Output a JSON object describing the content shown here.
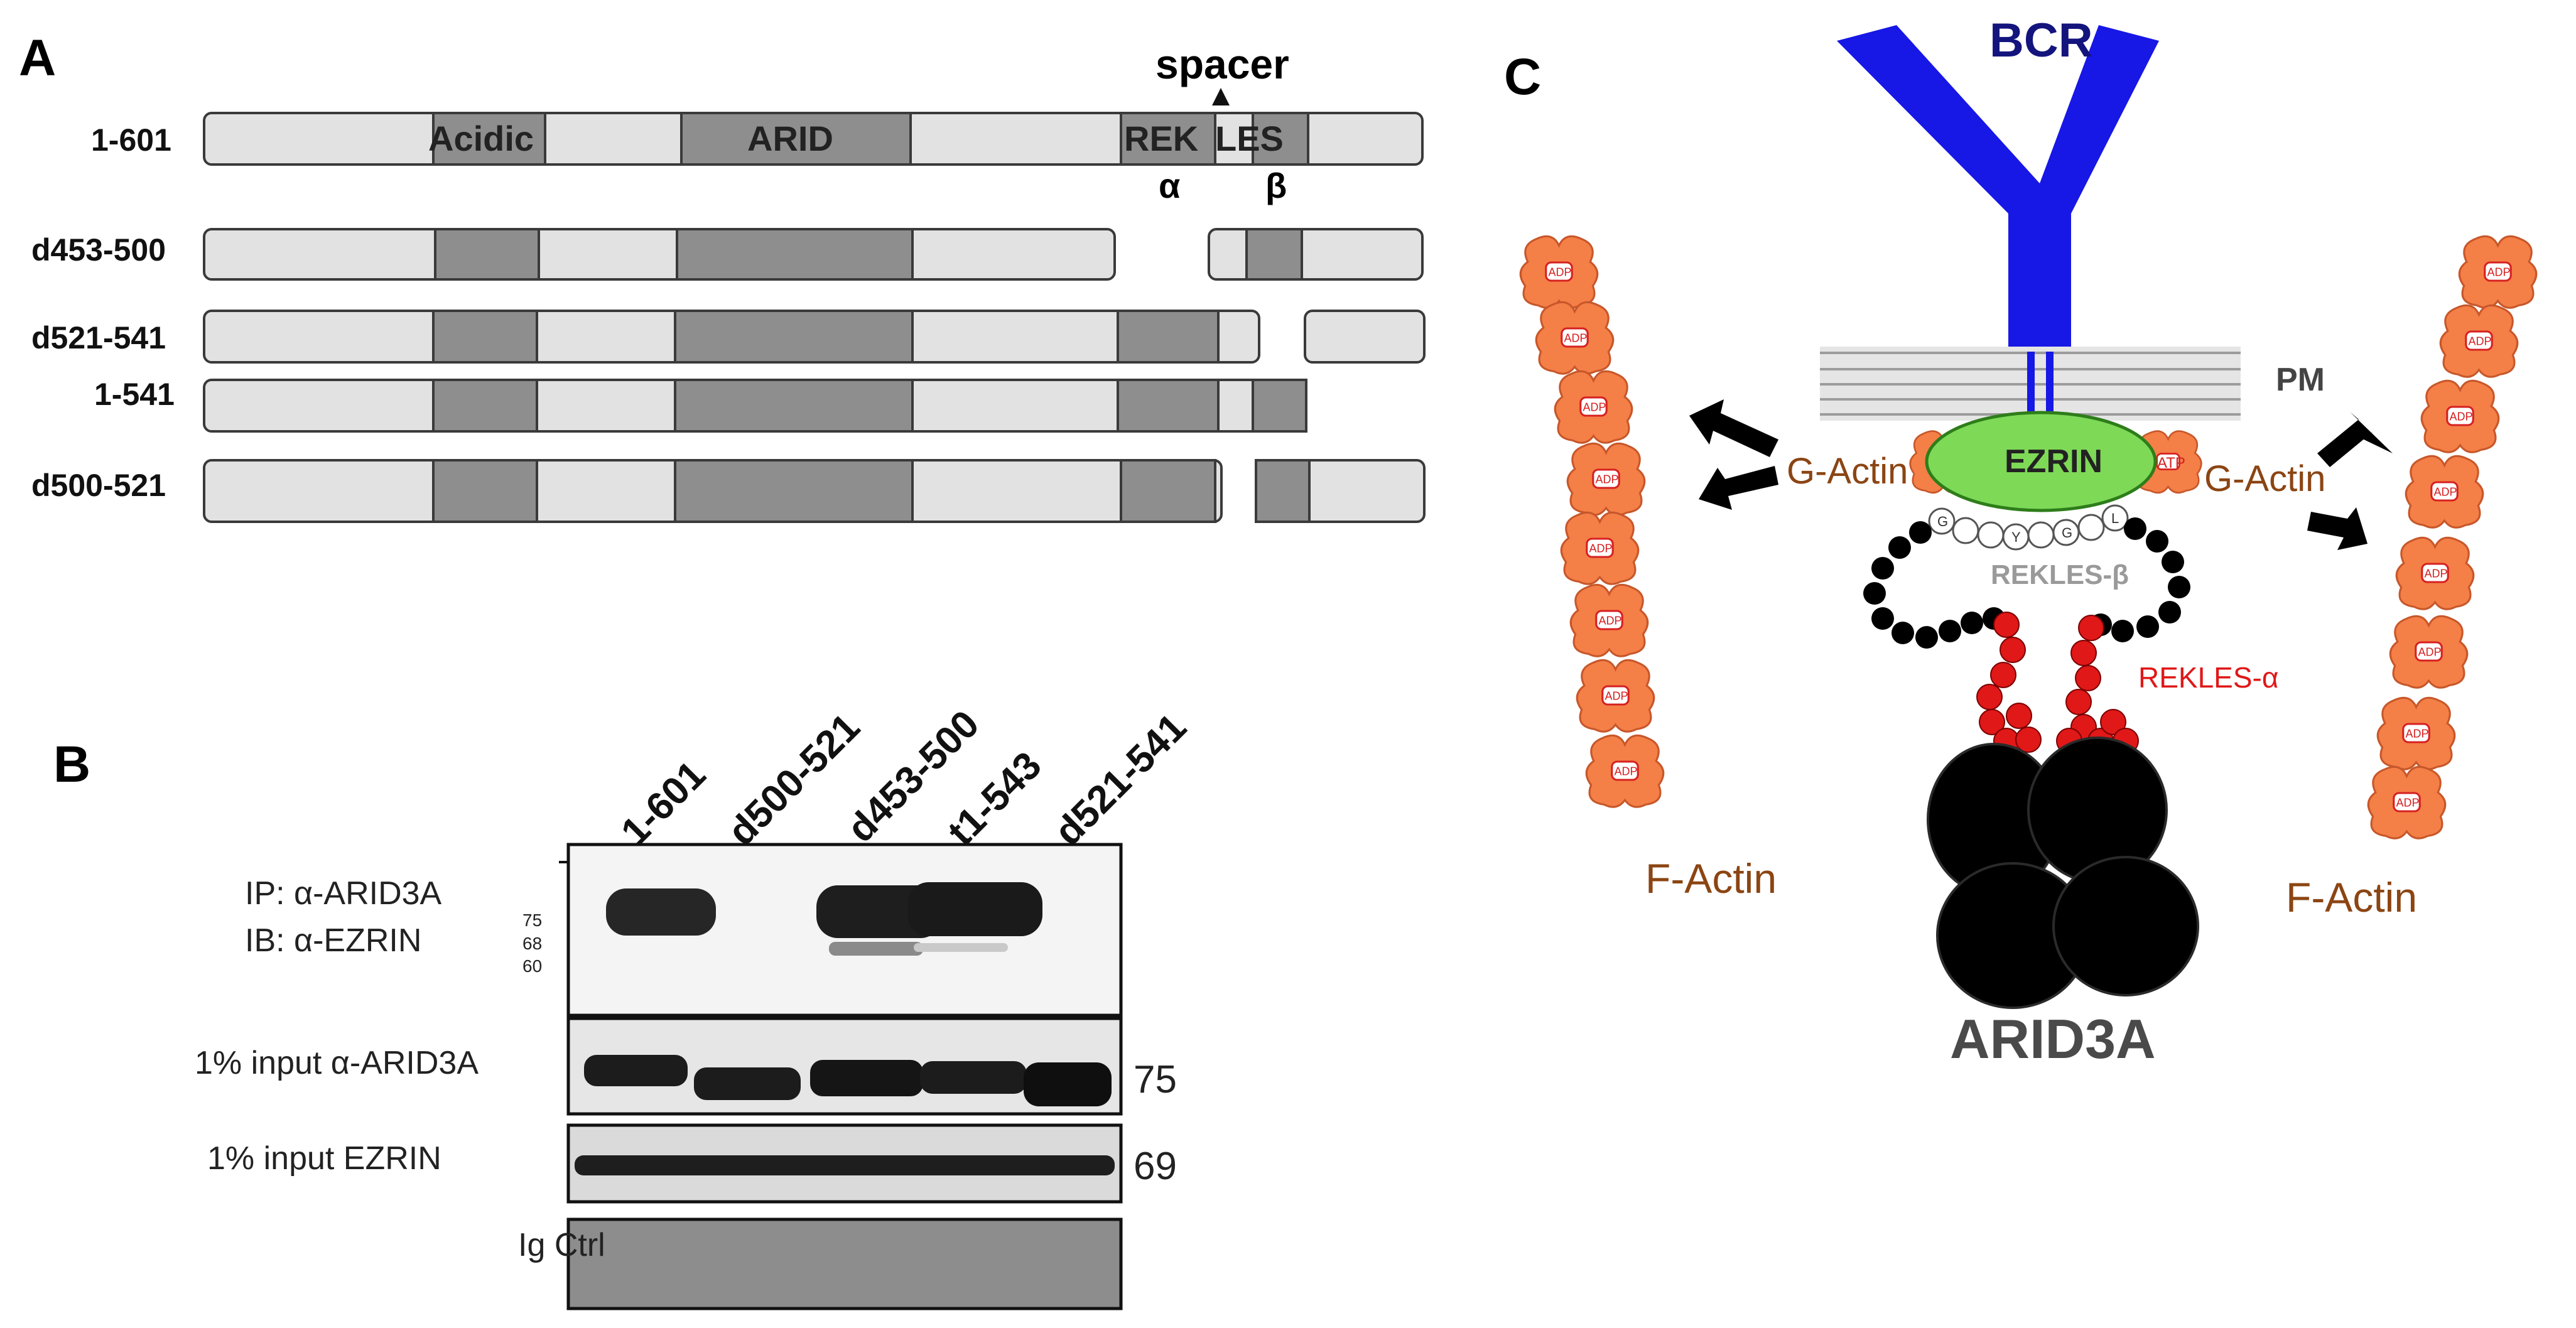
{
  "panels": {
    "a": "A",
    "b": "B",
    "c": "C"
  },
  "panel_a": {
    "spacer_label": "spacer",
    "domain_labels": {
      "acidic": "Acidic",
      "arid": "ARID",
      "rek": "REK",
      "les": "LES"
    },
    "alpha": "α",
    "beta": "β",
    "constructs": [
      "1-601",
      "d453-500",
      "d521-541",
      "1-541",
      "d500-521"
    ]
  },
  "panel_b": {
    "lanes": [
      "1-601",
      "d500-521",
      "d453-500",
      "t1-543",
      "d521-541"
    ],
    "ip_label": "IP: α-ARID3A",
    "ib_label": "IB: α-EZRIN",
    "markers": [
      "75",
      "68",
      "60"
    ],
    "rows": [
      {
        "label": "1% input α-ARID3A",
        "size": "75"
      },
      {
        "label": "1% input EZRIN",
        "size": "69"
      },
      {
        "label": "Ig Ctrl",
        "size": ""
      }
    ]
  },
  "panel_c": {
    "bcr": "BCR",
    "pm": "PM",
    "ezrin": "EZRIN",
    "g_actin": "G-Actin",
    "f_actin": "F-Actin",
    "rekles_beta": "REKLES-β",
    "rekles_alpha": "REKLES-α",
    "arid3a": "ARID3A",
    "atp": "ATP",
    "adp": "ADP",
    "loop_letters": [
      "G",
      "Y",
      "G",
      "L"
    ],
    "colors": {
      "bcr": "#1717e6",
      "ezrin": "#7ed957",
      "actin": "#f47f47",
      "rekles_alpha": "#e01818",
      "arid3a": "#000000"
    }
  }
}
